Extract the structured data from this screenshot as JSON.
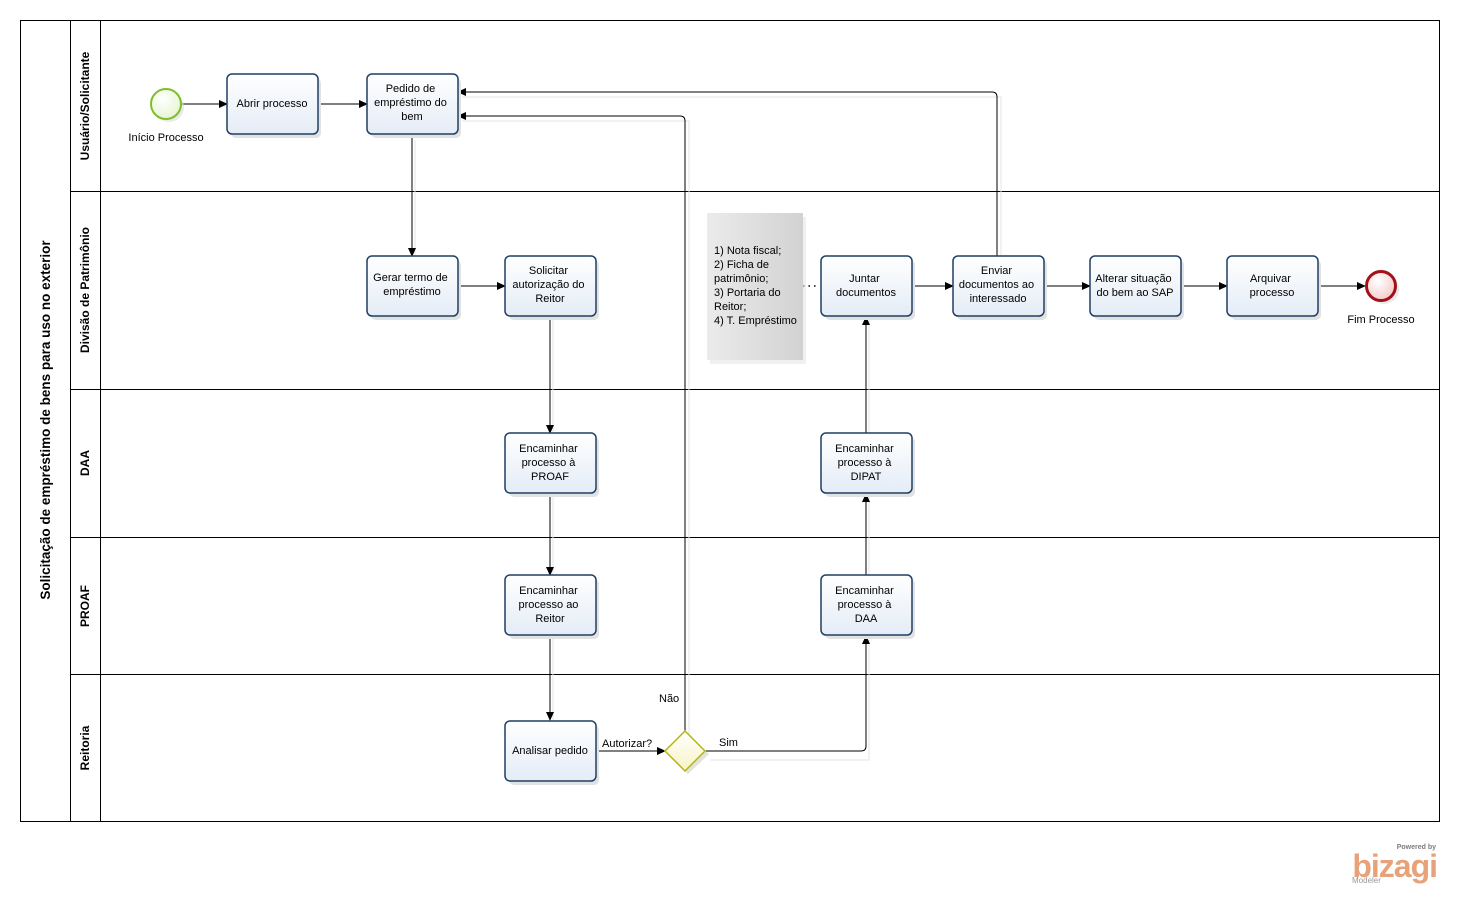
{
  "pool": {
    "title": "Solicitação de empréstimo de bens para uso no exterior"
  },
  "lanes": [
    {
      "id": "usuario",
      "label": "Usuário/Solicitante"
    },
    {
      "id": "dipat",
      "label": "Divisão de Patrimônio"
    },
    {
      "id": "daa",
      "label": "DAA"
    },
    {
      "id": "proaf",
      "label": "PROAF"
    },
    {
      "id": "reitoria",
      "label": "Reitoria"
    }
  ],
  "events": {
    "start": {
      "label": "Início Processo"
    },
    "end": {
      "label": "Fim Processo"
    }
  },
  "tasks": {
    "abrir_processo": [
      "Abrir processo"
    ],
    "pedido_emprestimo": [
      "Pedido de",
      "empréstimo do",
      "bem"
    ],
    "gerar_termo": [
      "Gerar termo de",
      "empréstimo"
    ],
    "solicitar_autorizacao": [
      "Solicitar",
      "autorização do",
      "Reitor"
    ],
    "encaminhar_proaf": [
      "Encaminhar",
      "processo à",
      "PROAF"
    ],
    "encaminhar_reitor": [
      "Encaminhar",
      "processo ao",
      "Reitor"
    ],
    "analisar_pedido": [
      "Analisar pedido"
    ],
    "encaminhar_daa": [
      "Encaminhar",
      "processo à",
      "DAA"
    ],
    "encaminhar_dipat": [
      "Encaminhar",
      "processo à",
      "DIPAT"
    ],
    "juntar_documentos": [
      "Juntar",
      "documentos"
    ],
    "enviar_documentos": [
      "Enviar",
      "documentos ao",
      "interessado"
    ],
    "alterar_situacao": [
      "Alterar situação",
      "do bem ao SAP"
    ],
    "arquivar_processo": [
      "Arquivar",
      "processo"
    ]
  },
  "gateway": {
    "label": "Autorizar?",
    "yes": "Sim",
    "no": "Não"
  },
  "annotation": {
    "lines": [
      "1) Nota fiscal;",
      "2) Ficha de",
      "patrimônio;",
      "3) Portaria do",
      "Reitor;",
      "4) T. Empréstimo"
    ]
  },
  "branding": {
    "powered_by": "Powered by",
    "name": "bizagi",
    "product": "Modeler"
  },
  "colors": {
    "task_border": "#1f3f64",
    "start_event": "#7fbe2b",
    "end_event": "#a3101a",
    "gateway": "#b5b515",
    "logo": "#e8a27a"
  }
}
